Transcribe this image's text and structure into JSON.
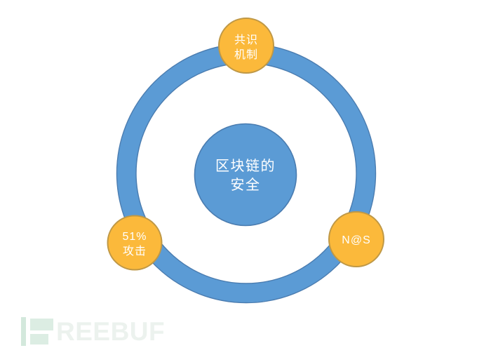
{
  "diagram": {
    "type": "cycle",
    "center_node": {
      "label": "区块链的安全",
      "line1": "区块链的",
      "line2": "安全"
    },
    "satellites": {
      "top": {
        "label": "共识机制",
        "line1": "共识",
        "line2": "机制"
      },
      "bottom_left": {
        "label": "51%攻击",
        "line1": "51%",
        "line2": "攻击"
      },
      "bottom_right": {
        "label": "N@S",
        "line1": "N@S"
      }
    },
    "colors": {
      "blue_fill": "#5B9BD5",
      "blue_edge": "#4A7CB0",
      "orange_fill": "#FBB93B",
      "orange_edge": "#BF9846",
      "label_text": "#FFFFFF",
      "background": "#FFFFFF"
    }
  },
  "watermark": {
    "brand": "FREEBUF",
    "letters": "REEBUF",
    "color": "#ECF2EE"
  }
}
